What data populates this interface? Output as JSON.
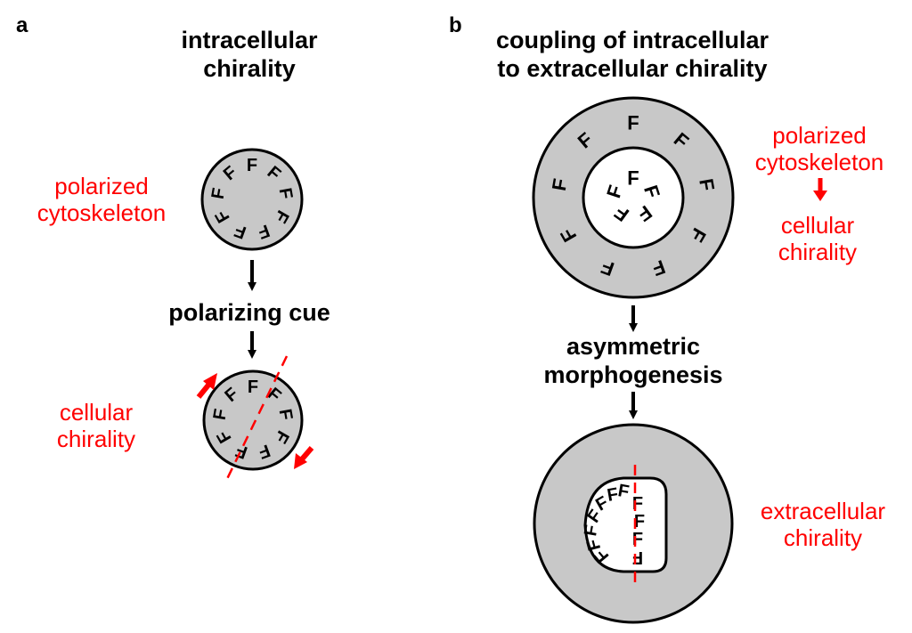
{
  "panel_a": {
    "letter": "a",
    "title": [
      "intracellular",
      "chirality"
    ],
    "label_top": [
      "polarized",
      "cytoskeleton"
    ],
    "step": "polarizing cue",
    "label_bottom": [
      "cellular",
      "chirality"
    ]
  },
  "panel_b": {
    "letter": "b",
    "title": [
      "coupling of intracellular",
      "to extracellular chirality"
    ],
    "label_top_a": [
      "polarized",
      "cytoskeleton"
    ],
    "label_top_b": [
      "cellular",
      "chirality"
    ],
    "step": [
      "asymmetric",
      "morphogenesis"
    ],
    "label_bottom": [
      "extracellular",
      "chirality"
    ]
  },
  "glyph": "F",
  "colors": {
    "cell_fill": "#c8c8c8",
    "outline": "#000000",
    "annotation": "#ff0000",
    "inner_fill": "#ffffff"
  }
}
